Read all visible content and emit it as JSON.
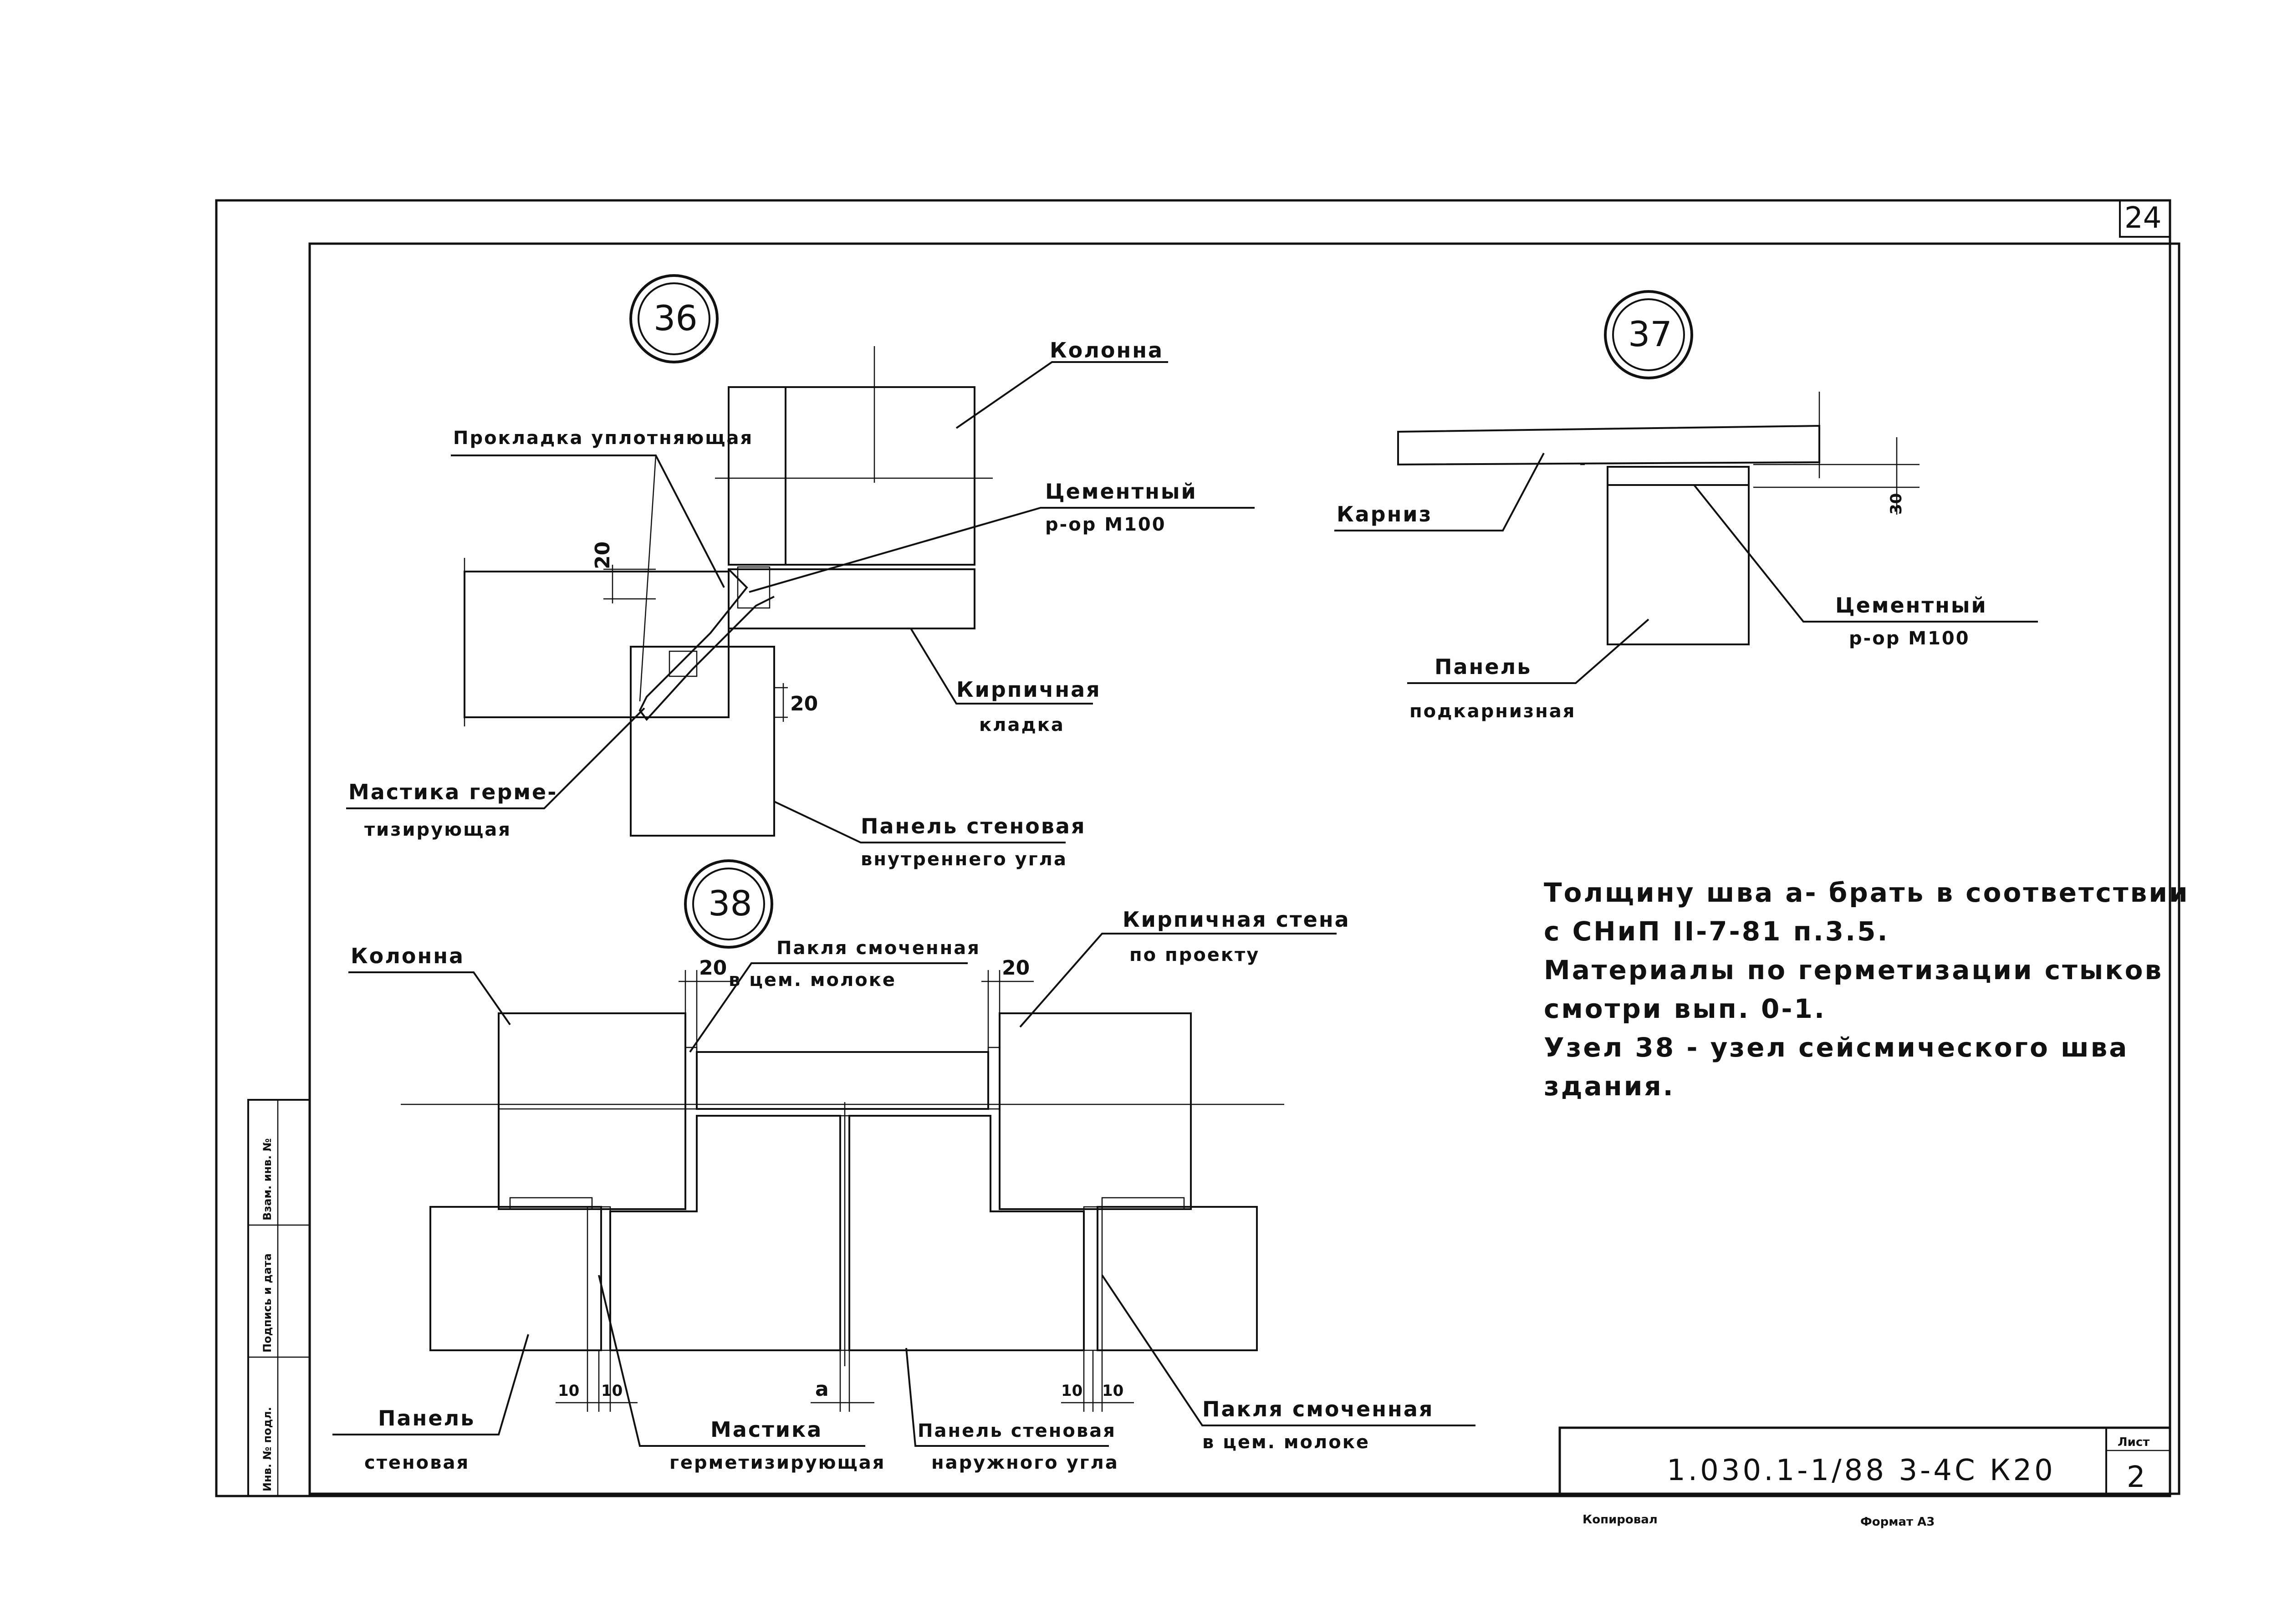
{
  "sheet_number": "24",
  "nodes": {
    "n36": {
      "number": "36",
      "labels": {
        "column": "Колонна",
        "gasket_line1": "Прокладка уплотняющая",
        "gasket_line2": "",
        "cement_line1": "Цементный",
        "cement_line2": "р-ор М100",
        "brick_line1": "Кирпичная",
        "brick_line2": "кладка",
        "mastic_line1": "Мастика герме-",
        "mastic_line2": "тизирующая",
        "panel_line1": "Панель стеновая",
        "panel_line2": "внутреннего угла"
      },
      "dims": {
        "d1": "20",
        "d2": "20"
      }
    },
    "n37": {
      "number": "37",
      "labels": {
        "cornice": "Карниз",
        "cement_line1": "Цементный",
        "cement_line2": "р-ор М100",
        "panel_line1": "Панель",
        "panel_line2": "подкарнизная"
      },
      "dims": {
        "d1": "30"
      }
    },
    "n38": {
      "number": "38",
      "labels": {
        "column": "Колонна",
        "tow_left_line1": "Пакля смоченная",
        "tow_left_line2": "в цем. молоке",
        "brickwall_line1": "Кирпичная стена",
        "brickwall_line2": "по проекту",
        "panel_line1": "Панель",
        "panel_line2": "стеновая",
        "mastic_line1": "Мастика",
        "mastic_line2": "герметизирующая",
        "outer_panel_line1": "Панель стеновая",
        "outer_panel_line2": "наружного угла",
        "tow_right_line1": "Пакля смоченная",
        "tow_right_line2": "в цем. молоке"
      },
      "dims": {
        "d20a": "20",
        "d20b": "20",
        "d10a": "10",
        "d10b": "10",
        "d10c": "10",
        "d10d": "10",
        "a": "a"
      }
    }
  },
  "notes": [
    "Толщину шва а- брать в соответствии",
    "с СНиП II-7-81  п.3.5.",
    "Материалы по герметизации стыков",
    "смотри вып. 0-1.",
    "Узел 38 - узел сейсмического шва",
    "здания."
  ],
  "title_block": {
    "code": "1.030.1-1/88  3-4С  К20",
    "sheet_label": "Лист",
    "sheet_value": "2"
  },
  "side_stamp": {
    "inv_no": "Инв. № подл.",
    "sign_date": "Подпись и дата",
    "replace_inv": "Взам. инв. №"
  },
  "footer": {
    "copied": "Копировал",
    "format": "Формат А3"
  }
}
